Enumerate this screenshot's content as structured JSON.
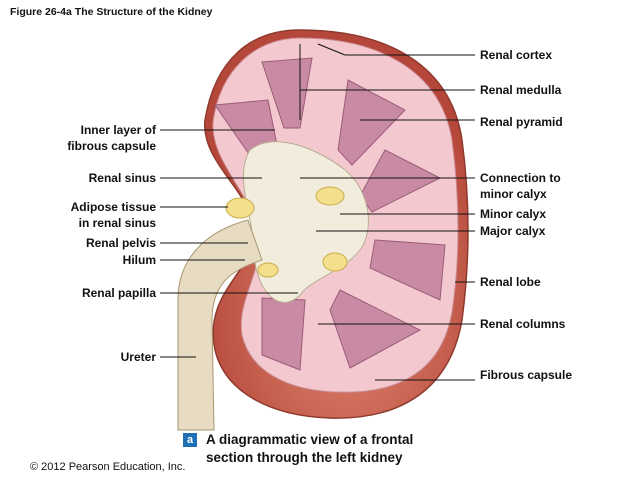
{
  "figure_title": "Figure 26-4a  The Structure of the Kidney",
  "copyright": "© 2012 Pearson Education, Inc.",
  "caption": {
    "badge": "a",
    "line1": "A diagrammatic view of a frontal",
    "line2": "section through the left kidney"
  },
  "labels_left": {
    "inner_layer_1": "Inner layer of",
    "inner_layer_2": "fibrous capsule",
    "renal_sinus": "Renal sinus",
    "adipose_1": "Adipose tissue",
    "adipose_2": "in renal sinus",
    "renal_pelvis": "Renal pelvis",
    "hilum": "Hilum",
    "renal_papilla": "Renal papilla",
    "ureter": "Ureter"
  },
  "labels_right": {
    "renal_cortex": "Renal cortex",
    "renal_medulla": "Renal medulla",
    "renal_pyramid": "Renal pyramid",
    "connection_1": "Connection to",
    "connection_2": "minor calyx",
    "minor_calyx": "Minor calyx",
    "major_calyx": "Major calyx",
    "renal_lobe": "Renal lobe",
    "renal_columns": "Renal columns",
    "fibrous_capsule": "Fibrous capsule"
  },
  "colors": {
    "cortex": "#f3c9cf",
    "capsule": "#c65a48",
    "pyramid": "#c98aa4",
    "sinus": "#f2ecdc",
    "adipose": "#f4df8c"
  }
}
